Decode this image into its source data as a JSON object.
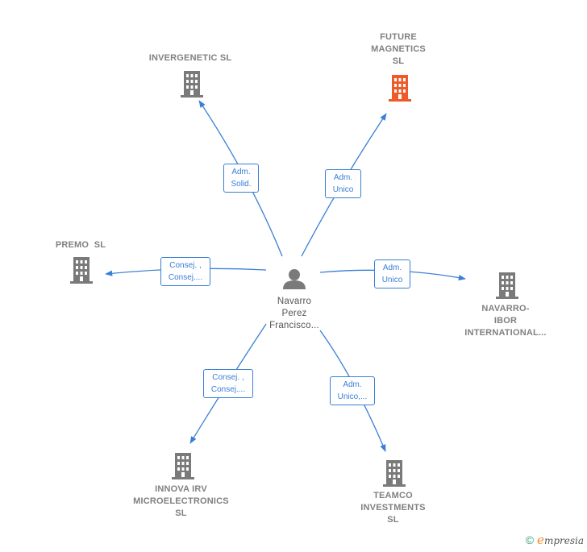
{
  "center": {
    "name_lines": [
      "Navarro",
      "Perez",
      "Francisco..."
    ]
  },
  "companies": [
    {
      "id": "invergenetic",
      "lines": [
        "INVERGENETIC SL"
      ],
      "relation": [
        "Adm.",
        "Solid."
      ],
      "highlight": false
    },
    {
      "id": "future-magnetics",
      "lines": [
        "FUTURE",
        "MAGNETICS",
        "SL"
      ],
      "relation": [
        "Adm.",
        "Unico"
      ],
      "highlight": true
    },
    {
      "id": "premo",
      "lines": [
        "PREMO  SL"
      ],
      "relation": [
        "Consej. ,",
        "Consej...."
      ],
      "highlight": false
    },
    {
      "id": "navarro-ibor",
      "lines": [
        "NAVARRO-",
        "IBOR",
        "INTERNATIONAL..."
      ],
      "relation": [
        "Adm.",
        "Unico"
      ],
      "highlight": false
    },
    {
      "id": "innova-irv",
      "lines": [
        "INNOVA IRV",
        "MICROELECTRONICS",
        "SL"
      ],
      "relation": [
        "Consej. ,",
        "Consej...."
      ],
      "highlight": false
    },
    {
      "id": "teamco",
      "lines": [
        "TEAMCO",
        "INVESTMENTS",
        "SL"
      ],
      "relation": [
        "Adm.",
        "Unico,..."
      ],
      "highlight": false
    }
  ],
  "colors": {
    "edge": "#3a7fd5",
    "building": "#7a7a7a",
    "building_highlight": "#f05a28",
    "person": "#7a7a7a"
  },
  "footer": {
    "copyright": "©",
    "brand_first": "e",
    "brand_rest": "mpresia"
  }
}
